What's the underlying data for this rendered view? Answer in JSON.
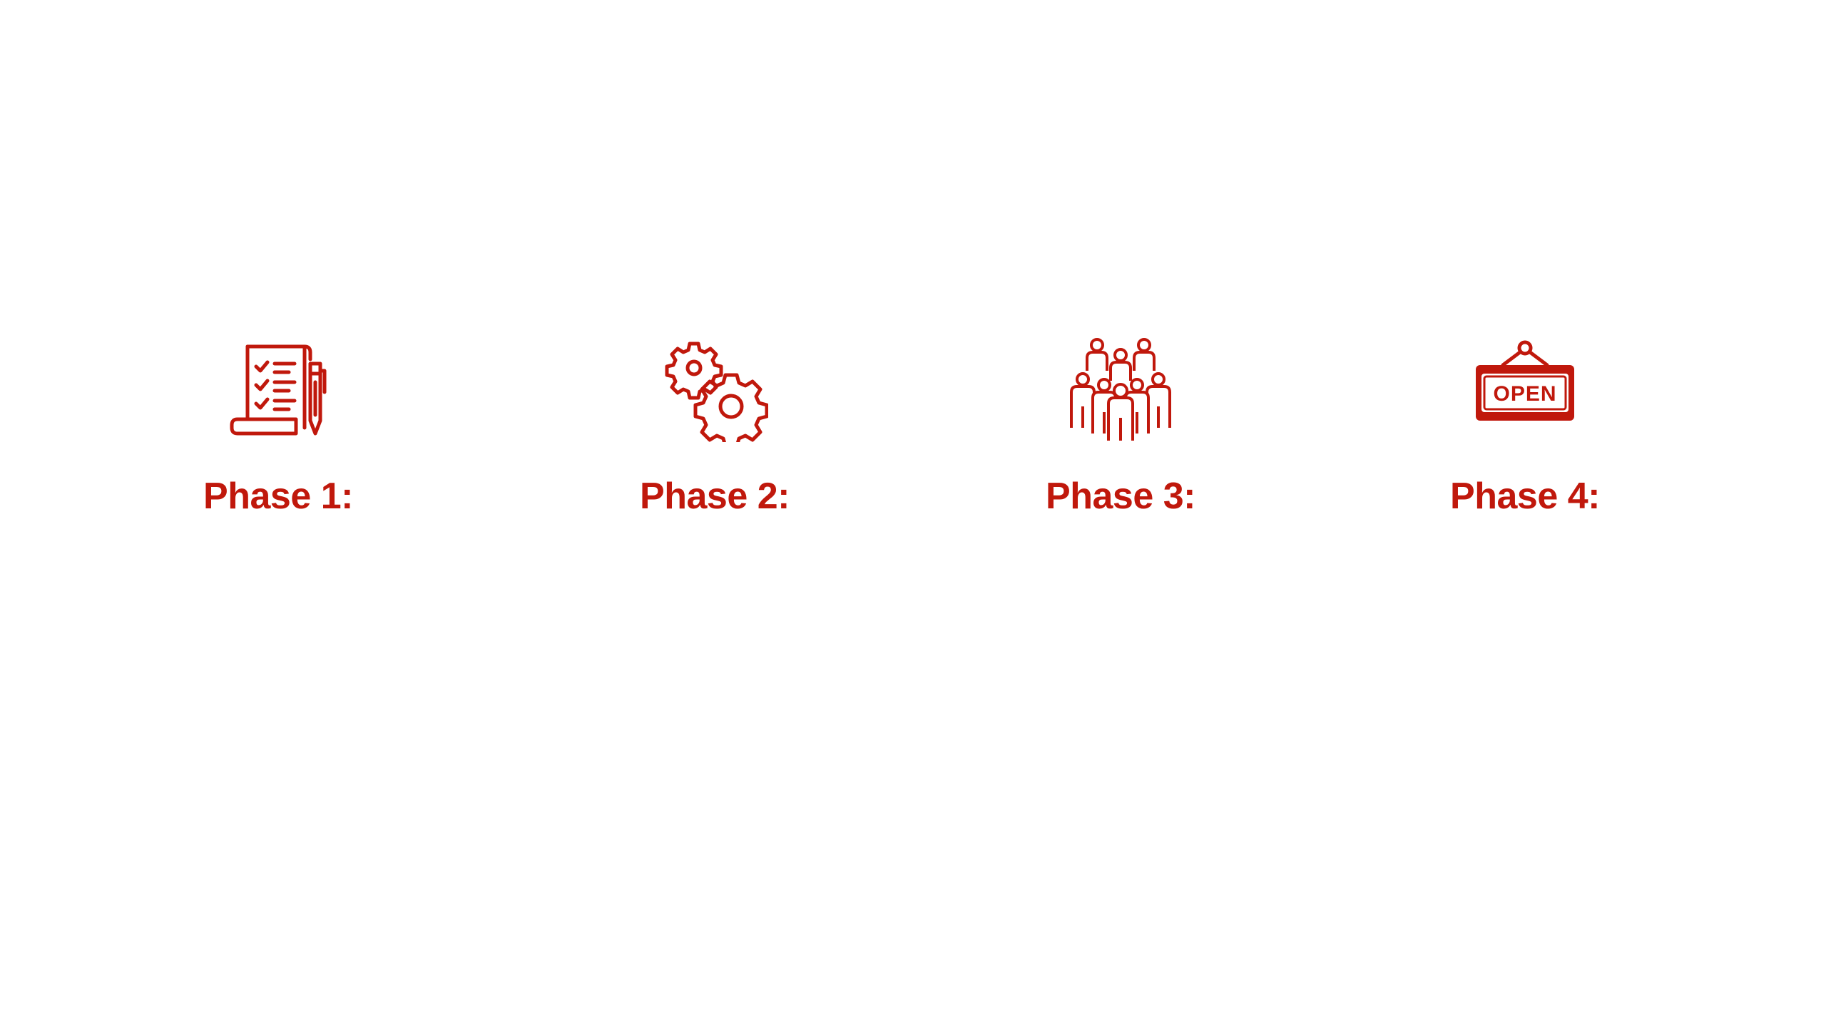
{
  "colors": {
    "accent": "#C0180C",
    "background": "#FFFFFF"
  },
  "phases": [
    {
      "label": "Phase 1:",
      "icon": "checklist-document-pen-icon"
    },
    {
      "label": "Phase 2:",
      "icon": "gears-icon"
    },
    {
      "label": "Phase 3:",
      "icon": "people-group-icon"
    },
    {
      "label": "Phase 4:",
      "icon": "open-sign-icon",
      "sign_text": "OPEN"
    }
  ]
}
